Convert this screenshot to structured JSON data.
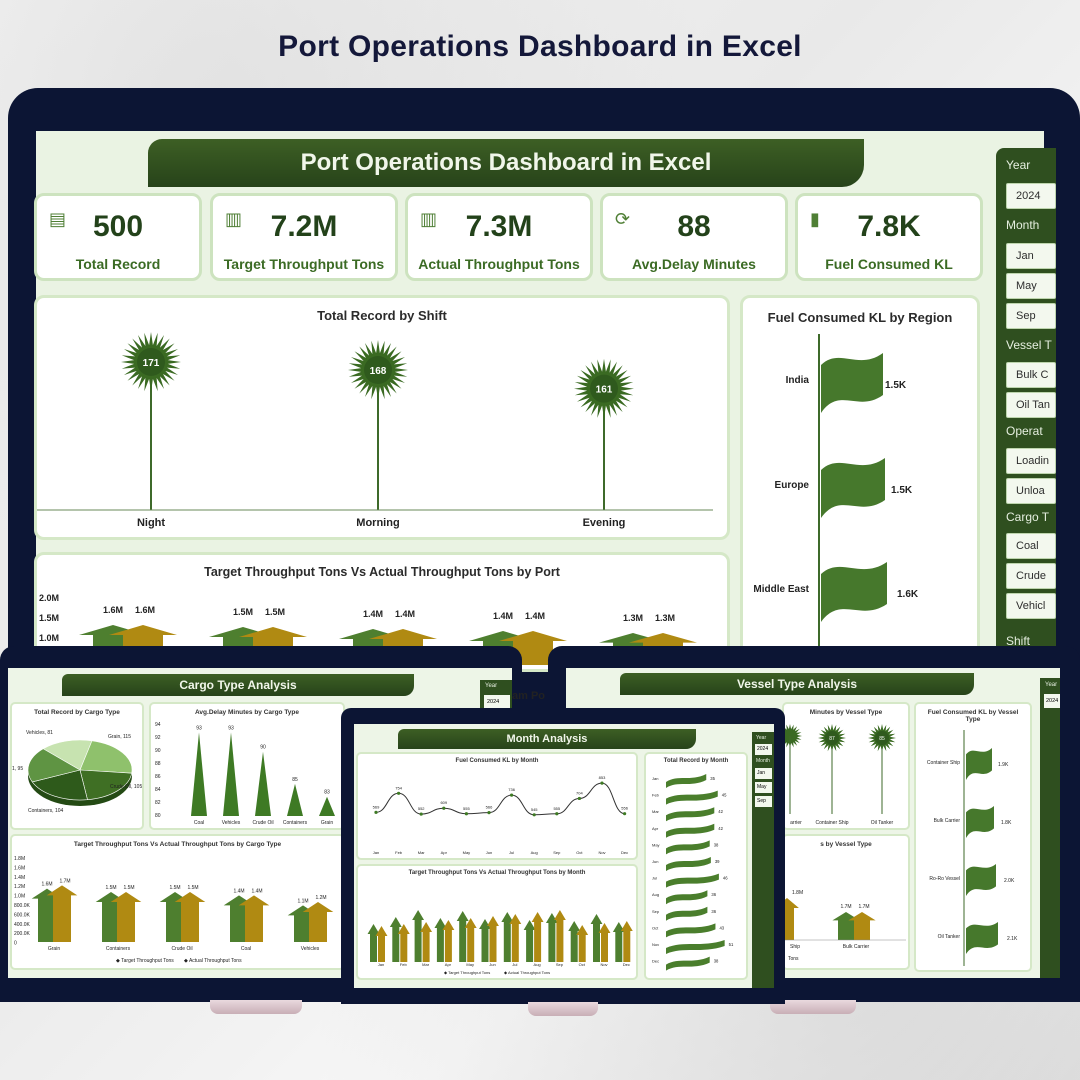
{
  "page_title": "Port Operations Dashboard in Excel",
  "dashboard": {
    "title": "Port Operations Dashboard in Excel",
    "kpis": [
      {
        "value": "500",
        "label": "Total Record",
        "icon": "document-icon"
      },
      {
        "value": "7.2M",
        "label": "Target Throughput Tons",
        "icon": "container-icon"
      },
      {
        "value": "7.3M",
        "label": "Actual Throughput Tons",
        "icon": "container-icon"
      },
      {
        "value": "88",
        "label": "Avg.Delay Minutes",
        "icon": "refresh-icon"
      },
      {
        "value": "7.8K",
        "label": "Fuel Consumed KL",
        "icon": "battery-icon"
      }
    ],
    "shift_chart": {
      "title": "Total Record by Shift",
      "categories": [
        "Night",
        "Morning",
        "Evening"
      ],
      "values": [
        171,
        168,
        161
      ]
    },
    "region_chart": {
      "title": "Fuel Consumed KL by Region",
      "categories": [
        "India",
        "Europe",
        "Middle East"
      ],
      "labels": [
        "1.5K",
        "1.5K",
        "1.6K"
      ]
    },
    "port_chart": {
      "title": "Target Throughput Tons Vs Actual Throughput Tons by Port",
      "yticks": [
        "2.0M",
        "1.5M",
        "1.0M"
      ],
      "target_labels": [
        "1.6M",
        "1.5M",
        "1.4M",
        "1.4M",
        "1.3M"
      ],
      "actual_labels": [
        "1.6M",
        "1.5M",
        "1.4M",
        "1.4M",
        "1.3M"
      ]
    },
    "slicers": {
      "year_head": "Year",
      "year": [
        "2024"
      ],
      "month_head": "Month",
      "months": [
        "Jan",
        "May",
        "Sep"
      ],
      "vessel_head": "Vessel T",
      "vessels": [
        "Bulk C",
        "Oil Tan"
      ],
      "operation_head": "Operat",
      "operations": [
        "Loadin",
        "Unloa"
      ],
      "cargo_head": "Cargo T",
      "cargo": [
        "Coal",
        "Crude",
        "Vehicl"
      ],
      "shift_head": "Shift"
    }
  },
  "cargo_screen": {
    "title": "Cargo Type Analysis",
    "pie_title": "Total Record by Cargo Type",
    "pie_labels": [
      "Vehicles, 81",
      "Grain, 115",
      "Crude Oil, 105",
      "Containers, 104",
      "1, 95"
    ],
    "delay_title": "Avg.Delay Minutes by Cargo Type",
    "delay_categories": [
      "Coal",
      "Vehicles",
      "Crude Oil",
      "Containers",
      "Grain"
    ],
    "delay_values": [
      93,
      93,
      90,
      85,
      83
    ],
    "delay_yticks": [
      "94",
      "92",
      "90",
      "88",
      "86",
      "84",
      "82",
      "80"
    ],
    "bar_title": "Target Throughput Tons Vs Actual Throughput Tons by Cargo Type",
    "bar_categories": [
      "Grain",
      "Containers",
      "Crude Oil",
      "Coal",
      "Vehicles"
    ],
    "bar_target_labels": [
      "1.6M",
      "1.5M",
      "1.5M",
      "1.4M",
      "1.1M"
    ],
    "bar_actual_labels": [
      "1.7M",
      "1.5M",
      "1.5M",
      "1.4M",
      "1.2M"
    ],
    "bar_yticks": [
      "1.8M",
      "1.6M",
      "1.4M",
      "1.2M",
      "1.0M",
      "800.0K",
      "600.0K",
      "400.0K",
      "200.0K",
      "0"
    ],
    "legend_target": "Target Throughput Tons",
    "legend_actual": "Actual Throughput Tons",
    "slicer_head": "Year",
    "slicer_year": "2024",
    "peek_text": "am Po"
  },
  "month_screen": {
    "title": "Month Analysis",
    "line_title": "Fuel Consumed KL by Month",
    "months": [
      "Jan",
      "Feb",
      "Mar",
      "Apr",
      "May",
      "Jun",
      "Jul",
      "Aug",
      "Sep",
      "Oct",
      "Nov",
      "Dec"
    ],
    "line_values": [
      569,
      754,
      552,
      609,
      555,
      566,
      736,
      545,
      555,
      704,
      853,
      556
    ],
    "record_title": "Total Record by Month",
    "record_values": [
      35,
      45,
      42,
      42,
      38,
      39,
      46,
      36,
      36,
      43,
      51,
      38
    ],
    "bar_title": "Target Throughput Tons Vs Actual Throughput Tons by Month",
    "legend_target": "Target Throughput Tons",
    "legend_actual": "Actual Throughput Tons",
    "slicer_head": "Year",
    "slicer_year": "2024",
    "slicer_month": "Month",
    "slicer_months": [
      "Jan",
      "May",
      "Sep"
    ]
  },
  "vessel_screen": {
    "title": "Vessel Type Analysis",
    "delay_title": "Minutes by Vessel Type",
    "delay_values": [
      "87",
      "85"
    ],
    "delay_categories": [
      "arrier",
      "Container Ship",
      "Oil Tanker"
    ],
    "fuel_title": "Fuel Consumed KL by Vessel Type",
    "fuel_categories": [
      "Container Ship",
      "Bulk Carrier",
      "Ro-Ro Vessel",
      "Oil Tanker"
    ],
    "fuel_labels": [
      "1.9K",
      "1.8K",
      "2.0K",
      "2.1K"
    ],
    "bar_title": "s by Vessel Type",
    "bar_labels": [
      "1.8M",
      "1.7M",
      "1.7M"
    ],
    "bar_categories": [
      "Ship",
      "Bulk Carrier"
    ],
    "bar_extra": "Tons",
    "slicer_head": "Year",
    "slicer_year": "2024"
  }
}
